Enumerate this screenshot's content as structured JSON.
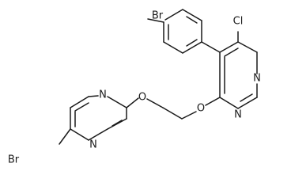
{
  "atoms": {
    "br_top": "Br",
    "cl": "Cl",
    "n_pyrimidine_right_top": "N",
    "n_pyrimidine_right_bottom": "N",
    "o_right": "O",
    "o_left": "O",
    "n_pyrimidine_left_top": "N",
    "n_pyrimidine_left_bottom": "N",
    "br_bottom": "Br"
  }
}
